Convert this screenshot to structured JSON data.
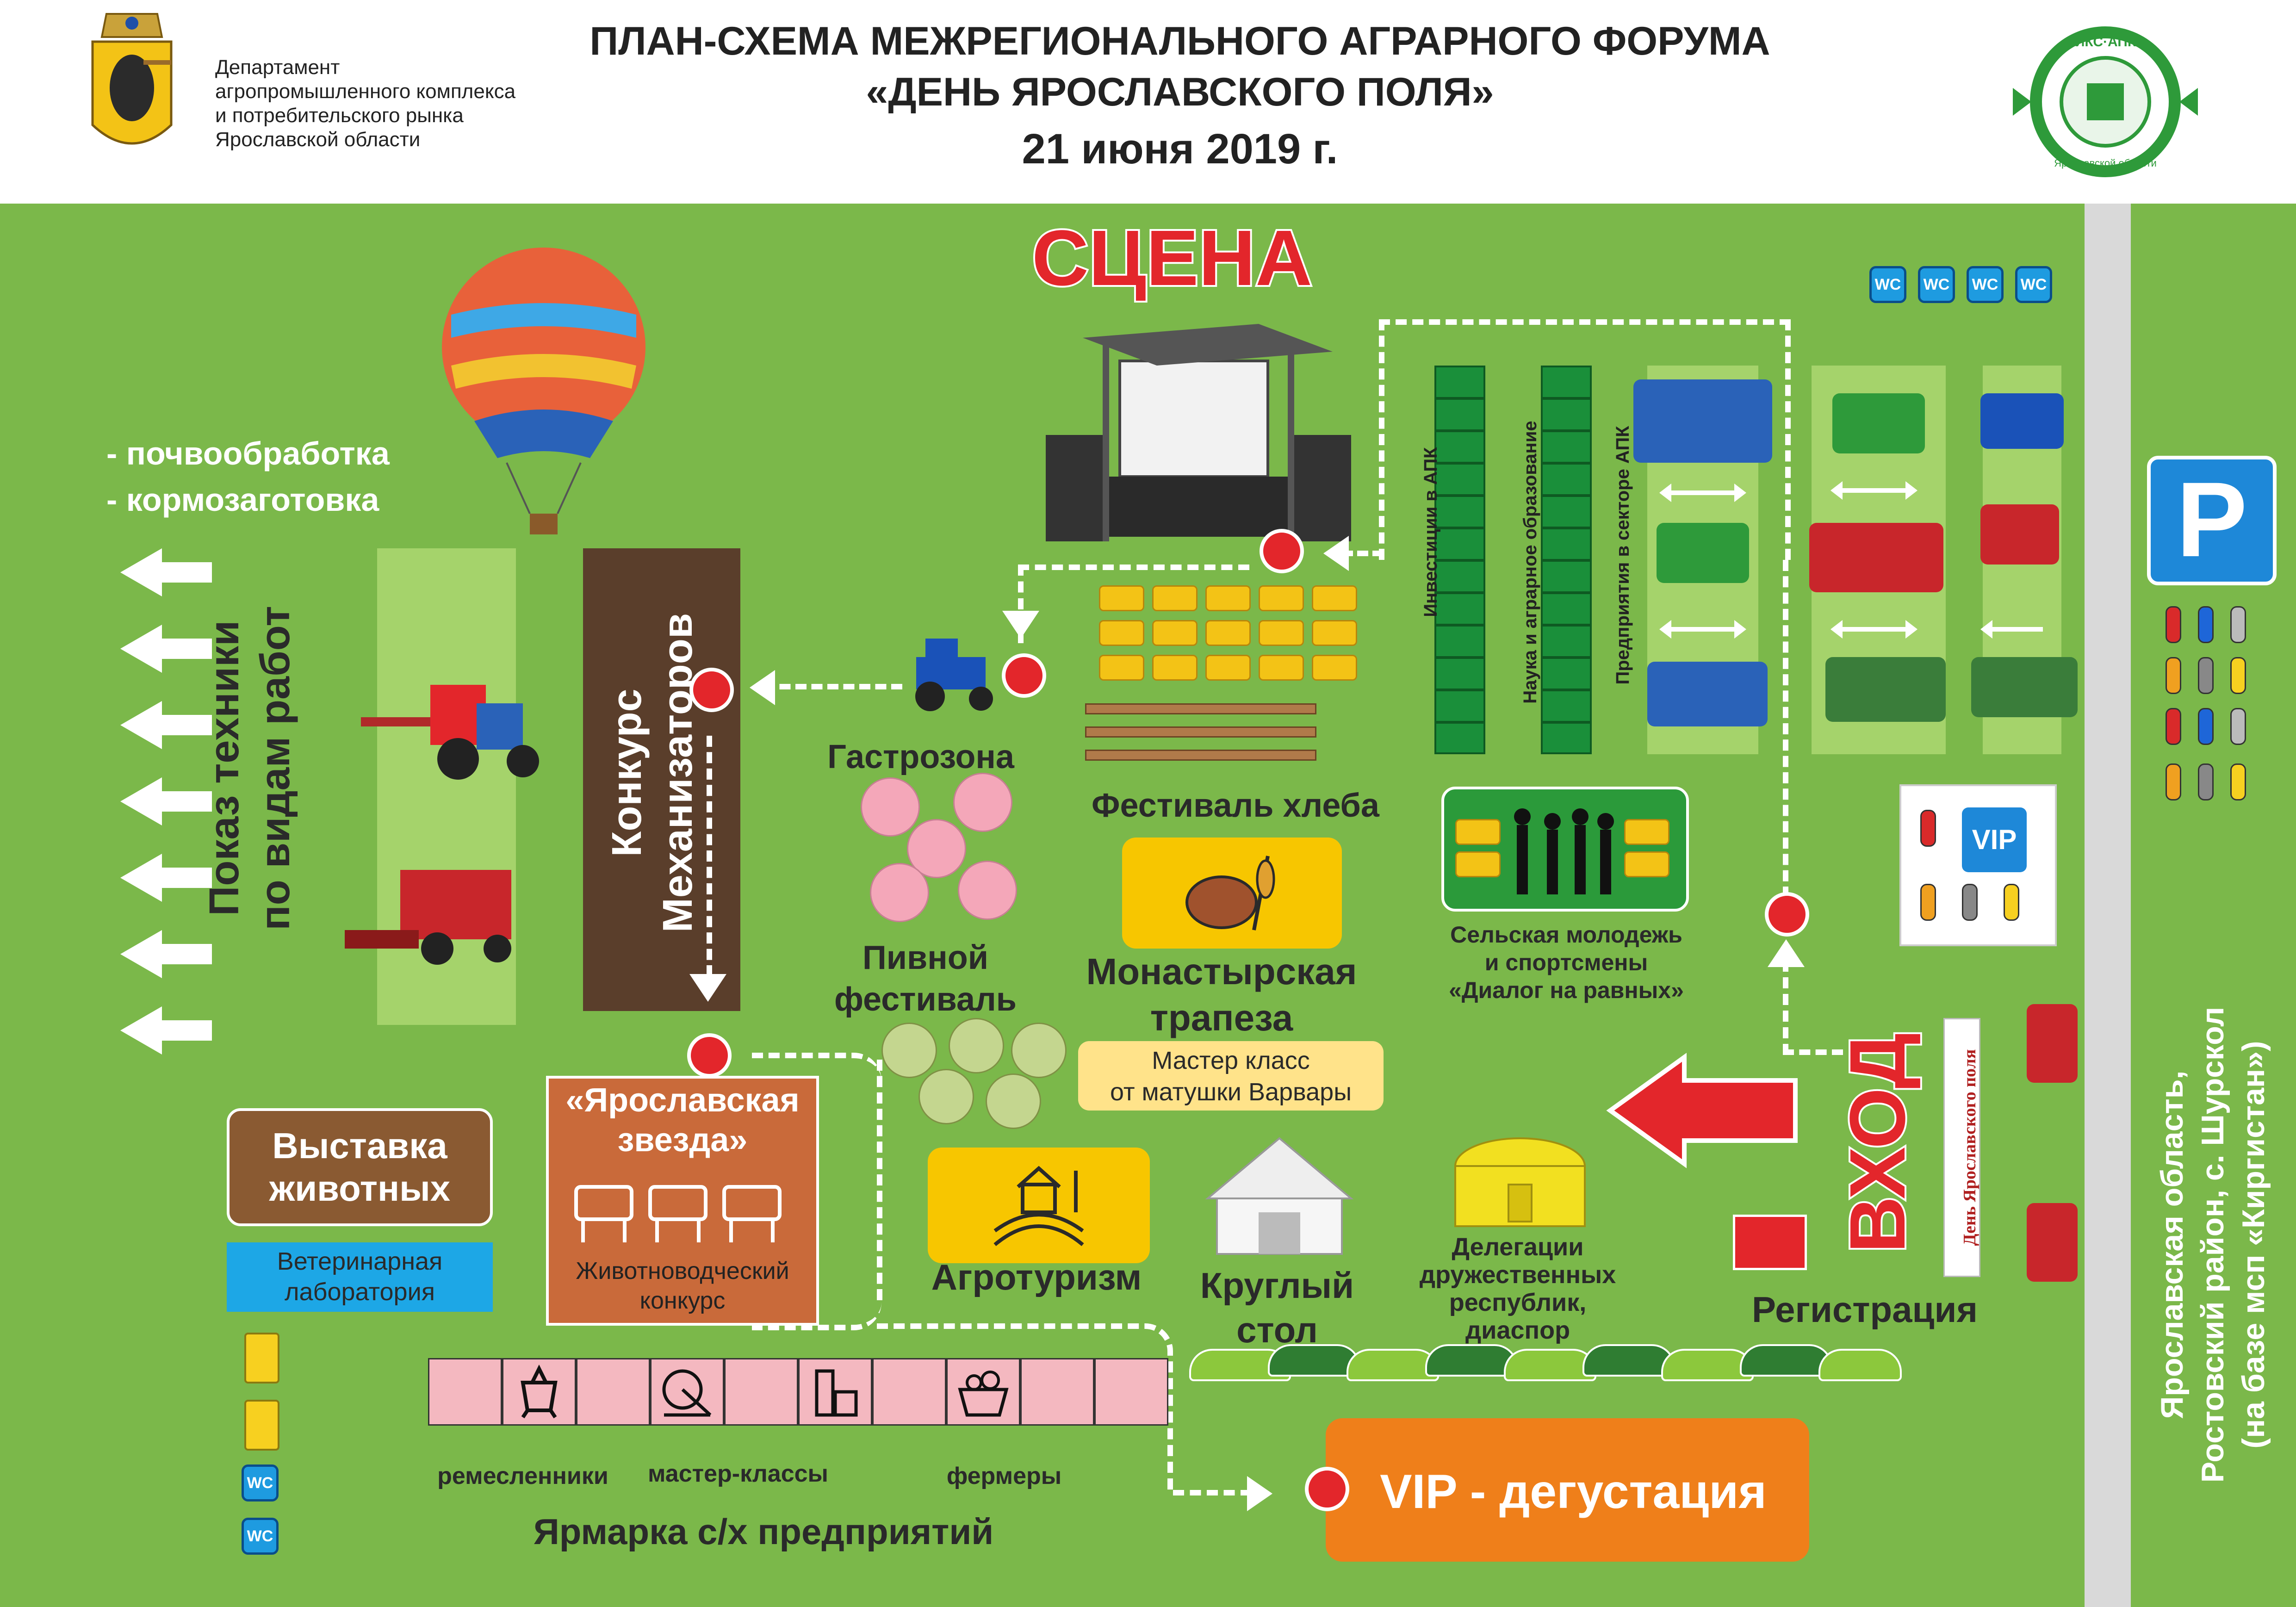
{
  "header": {
    "title_line1": "ПЛАН-СХЕМА МЕЖРЕГИОНАЛЬНОГО АГРАРНОГО ФОРУМА",
    "title_line2": "«ДЕНЬ ЯРОСЛАВСКОГО ПОЛЯ»",
    "title_line3": "21 июня 2019 г.",
    "department": [
      "Департамент",
      "агропромышленного комплекса",
      "и потребительского рынка",
      "Ярославской области"
    ],
    "logo_right_text": "ИКС·АПК",
    "logo_right_region": "Ярославской области"
  },
  "map": {
    "stage_label": "СЦЕНА",
    "wc_label": "WC",
    "parking_label": "P",
    "vip_parking_label": "VIP",
    "demo_activities": [
      "- почвообработка",
      "- кормозаготовка"
    ],
    "demo_show": [
      "Показ техники",
      "по видам работ"
    ],
    "contest": [
      "Конкурс",
      "Механизаторов"
    ],
    "gastro": "Гастрозона",
    "bread": "Фестиваль хлеба",
    "beer": [
      "Пивной",
      "фестиваль"
    ],
    "monastery": [
      "Монастырская",
      "трапеза"
    ],
    "masterclass_box": [
      "Мастер класс",
      "от матушки Варвары"
    ],
    "youth": [
      "Сельская молодежь",
      "и спортсмены",
      "«Диалог на равных»"
    ],
    "rows_labels": [
      "Инвестиции в АПК",
      "Наука и аграрное образование",
      "Предприятия в секторе АПК"
    ],
    "yar_star": [
      "«Ярославская",
      "звезда»"
    ],
    "yar_star_sub": [
      "Животноводческий",
      "конкурс"
    ],
    "animals": [
      "Выставка",
      "животных"
    ],
    "vet": [
      "Ветеринарная",
      "лаборатория"
    ],
    "agrotourism": "Агротуризм",
    "round_table": [
      "Круглый",
      "стол"
    ],
    "delegations": [
      "Делегации",
      "дружественных",
      "республик,",
      "диаспор"
    ],
    "registration": "Регистрация",
    "entrance": "ВХОД",
    "banner_text": "День Ярославского поля",
    "vip_tasting": "VIP - дегустация",
    "fair_stalls": [
      "ремесленники",
      "мастер-классы",
      "фермеры"
    ],
    "fair_title": "Ярмарка с/х предприятий",
    "address": [
      "Ярославская область,",
      "Ростовский район, с. Шурскол",
      "(на базе мсп «Киргистан»)"
    ]
  },
  "colors": {
    "field": "#7bb84a",
    "stage_red": "#e3262b",
    "contest_brown": "#5a3e2b",
    "star_orange": "#c96a3a",
    "animals_brown": "#8a5a32",
    "vet_blue": "#1da7e6",
    "yellow_box": "#f7c600",
    "vip_orange": "#ef7f1a",
    "youth_green": "#2b9a3a",
    "row_green": "#1a8f3a",
    "parking_blue": "#1e88d8"
  }
}
